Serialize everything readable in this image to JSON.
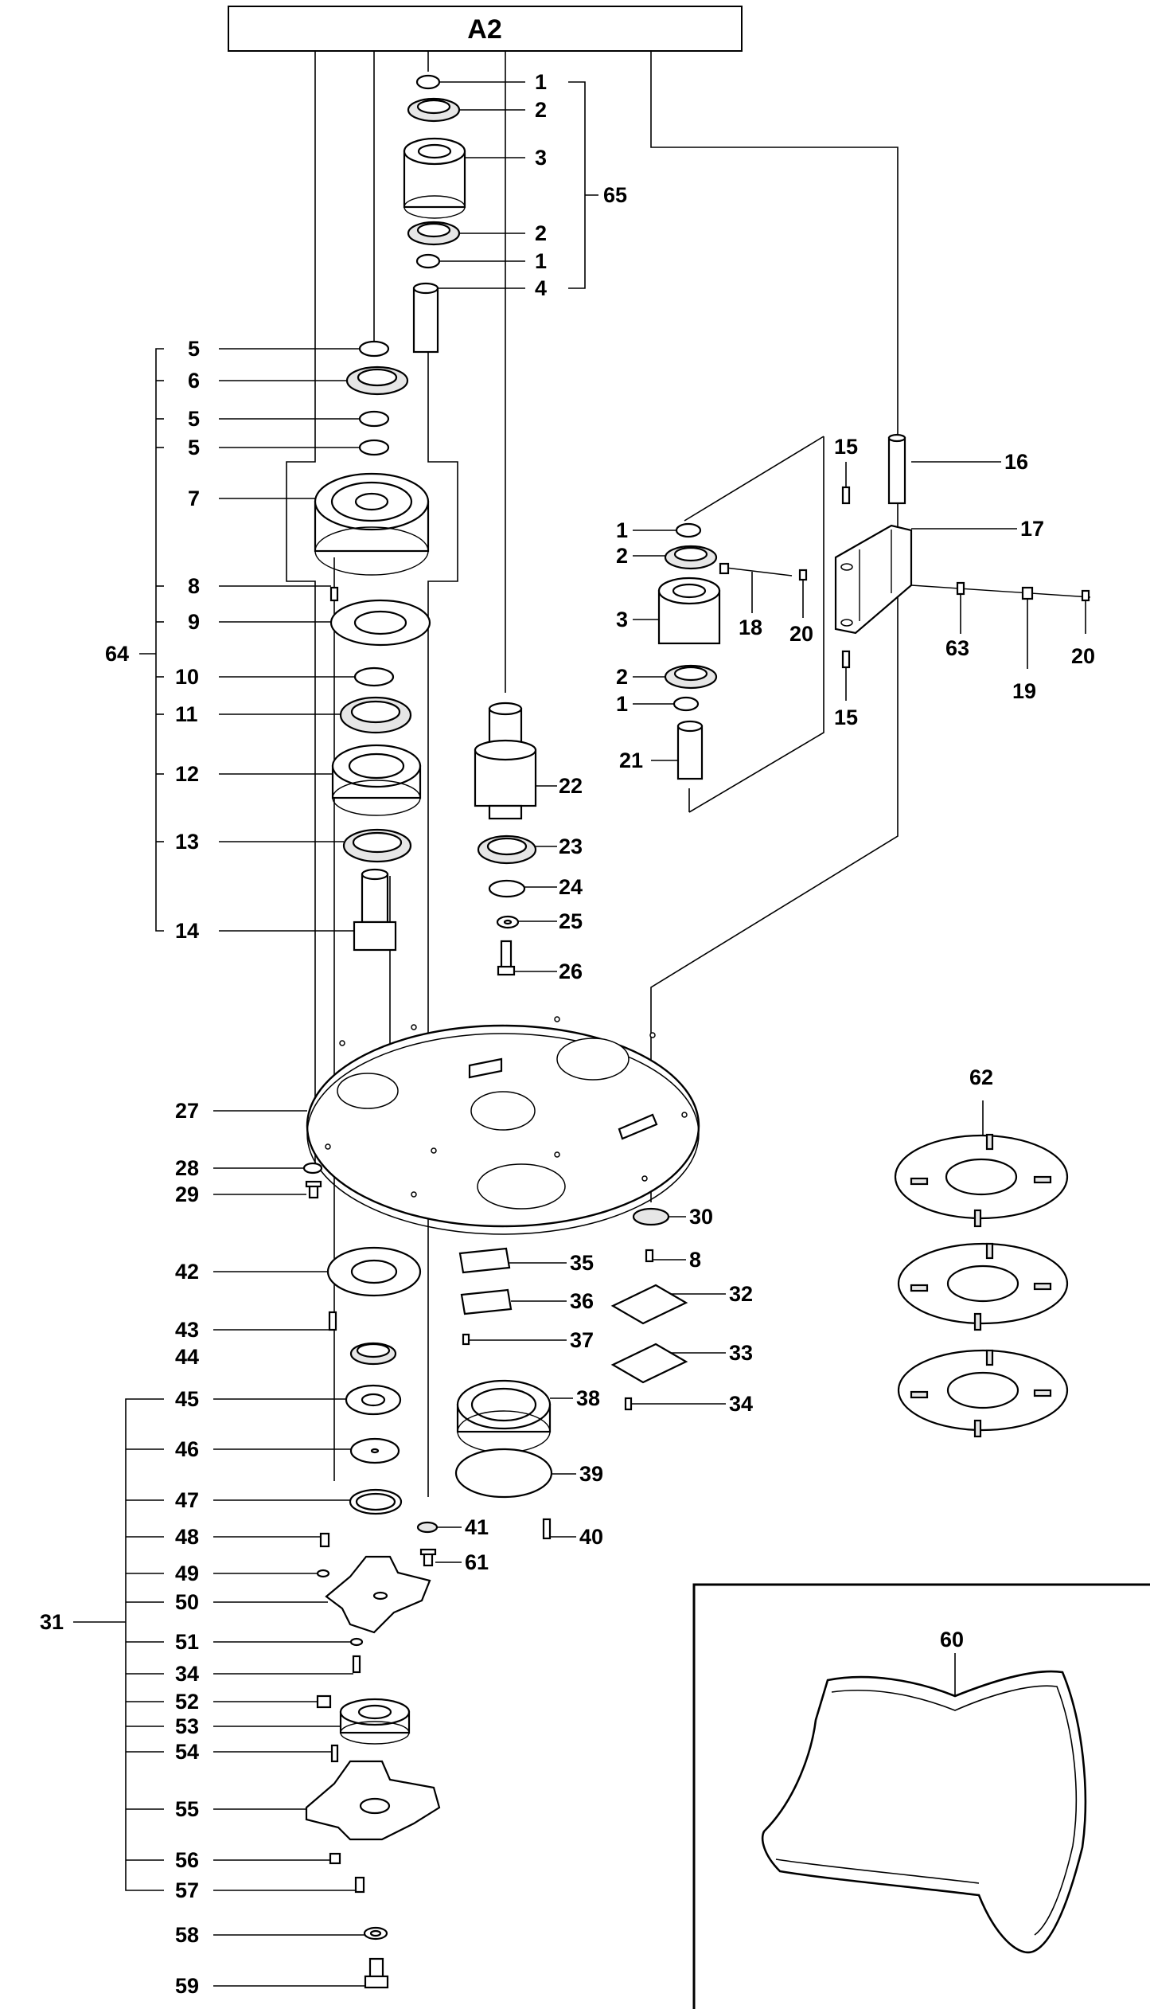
{
  "title": "A2",
  "callouts": {
    "c1a": "1",
    "c2a": "2",
    "c3a": "3",
    "c2b": "2",
    "c1b": "1",
    "c4": "4",
    "c65": "65",
    "c5a": "5",
    "c6": "6",
    "c5b": "5",
    "c5c": "5",
    "c7": "7",
    "c8a": "8",
    "c9": "9",
    "c64": "64",
    "c10": "10",
    "c11": "11",
    "c12": "12",
    "c13": "13",
    "c14": "14",
    "c15a": "15",
    "c16": "16",
    "c17": "17",
    "c1c": "1",
    "c2c": "2",
    "c18": "18",
    "c20a": "20",
    "c63": "63",
    "c20b": "20",
    "c3b": "3",
    "c19": "19",
    "c2d": "2",
    "c1d": "1",
    "c15b": "15",
    "c21": "21",
    "c22": "22",
    "c23": "23",
    "c24": "24",
    "c25": "25",
    "c26": "26",
    "c27": "27",
    "c28": "28",
    "c29": "29",
    "c30": "30",
    "c8b": "8",
    "c42": "42",
    "c35": "35",
    "c32": "32",
    "c36": "36",
    "c43": "43",
    "c37": "37",
    "c33": "33",
    "c44": "44",
    "c45": "45",
    "c38": "38",
    "c34a": "34",
    "c46": "46",
    "c39": "39",
    "c47": "47",
    "c41": "41",
    "c48": "48",
    "c40": "40",
    "c61": "61",
    "c49": "49",
    "c50": "50",
    "c31": "31",
    "c51": "51",
    "c34b": "34",
    "c52": "52",
    "c53": "53",
    "c54": "54",
    "c55": "55",
    "c56": "56",
    "c57": "57",
    "c58": "58",
    "c59": "59",
    "c62": "62",
    "c60": "60"
  }
}
